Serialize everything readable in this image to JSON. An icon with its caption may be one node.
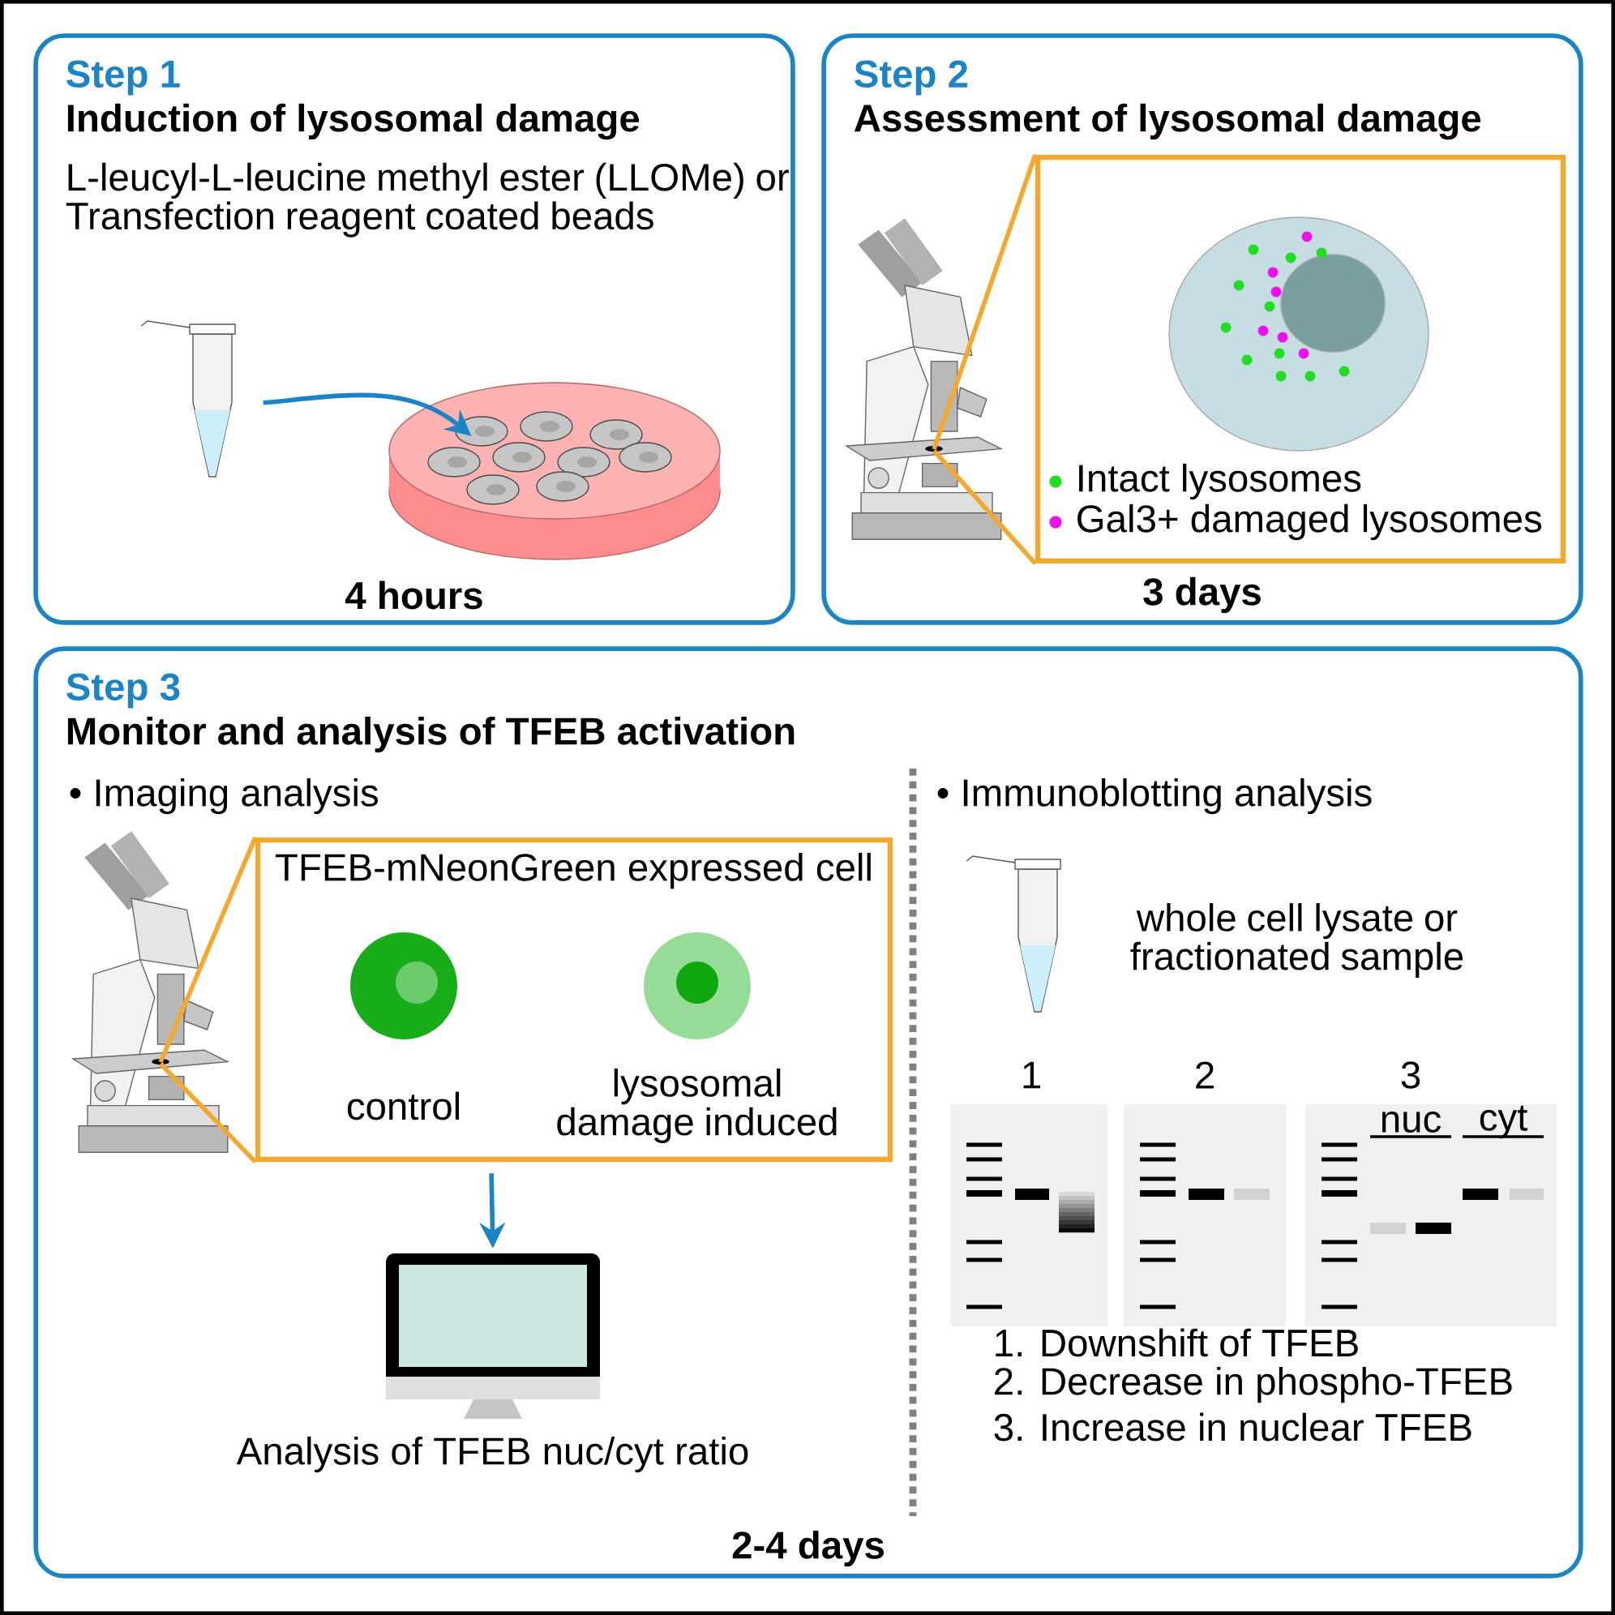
{
  "diagram": {
    "nodes": [
      {
        "text": [
          "Step 1",
          "Induction of lysosomal damage",
          "L-leucyl-L-leucine methyl ester (LLOMe) or Transfection reagent coated beads",
          "4 hours"
        ]
      },
      {
        "text": [],
        "shape": "picture",
        "in": 0
      },
      {
        "text": [],
        "shape": "picture",
        "in": 0
      },
      {
        "text": [
          "Step 2",
          "Assessment of lysosomal damage",
          "3 days"
        ]
      },
      {
        "text": [],
        "shape": "picture",
        "in": 3
      },
      {
        "text": [],
        "shape": "box",
        "in": 3
      },
      {
        "text": [
          "Step 3",
          "Monitor and analysis of TFEB activation",
          "2-4 days"
        ]
      },
      {
        "text": [],
        "shape": "picture",
        "in": 6
      },
      {
        "text": [
          "TFEB-mNeonGreen expressed cell"
        ],
        "in": 6
      },
      {
        "text": [],
        "shape": "circle",
        "beside": [
          "control"
        ],
        "in": 8
      },
      {
        "text": [],
        "shape": "circle",
        "beside": [
          "lysosomal damage induced"
        ],
        "in": 8
      },
      {
        "text": [],
        "shape": "picture",
        "in": 6
      },
      {
        "text": [],
        "shape": "picture",
        "beside": [
          "whole cell lysate or fractionated sample"
        ],
        "in": 6
      }
    ],
    "edges": [
      {
        "from": 1,
        "to": 2,
        "arrow": "to",
        "color": "#1a84c4"
      },
      {
        "from": 4,
        "to": 5,
        "arrow": "none"
      },
      {
        "from": 4,
        "to": 5,
        "arrow": "none"
      },
      {
        "from": 7,
        "to": 8,
        "arrow": "none"
      },
      {
        "from": 7,
        "to": 8,
        "arrow": "none"
      },
      {
        "from": 8,
        "to": 11,
        "arrow": "to",
        "color": "#1a84c4"
      }
    ],
    "labels": [
      "• Imaging analysis",
      "• Immunoblotting analysis",
      "Analysis of TFEB nuc/cyt ratio",
      "1",
      "2",
      "3",
      "nuc",
      "cyt",
      "1. Downshift of TFEB",
      "2. Decrease in phospho-TFEB",
      "3. Increase in nuclear TFEB"
    ],
    "legend": [
      {
        "text": "Intact lysosomes",
        "color": "#22dd22"
      },
      {
        "text": "Gal3+ damaged lysosomes",
        "color": "#ee11ee"
      }
    ]
  }
}
